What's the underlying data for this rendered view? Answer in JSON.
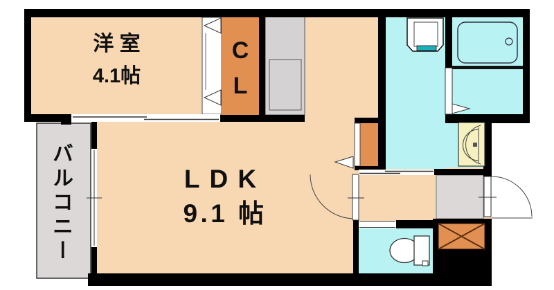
{
  "rooms": {
    "western_room": {
      "name": "洋 室",
      "size": "4.1帖"
    },
    "closet": {
      "label": "CL"
    },
    "ldk": {
      "name": "LDK",
      "size": "9.1 帖"
    },
    "balcony": {
      "label": "バルコニー"
    }
  },
  "colors": {
    "peach": "#F8D8B2",
    "orange": "#E28F52",
    "cyan": "#B9F2F3",
    "gray_light": "#DCD8D8",
    "gray_counter": "#D4D2D2",
    "yellow": "#F6F1BE",
    "teal": "#1CAEBC",
    "wall": "#000000",
    "line": "#333333",
    "x_line": "#5C2E0E"
  }
}
